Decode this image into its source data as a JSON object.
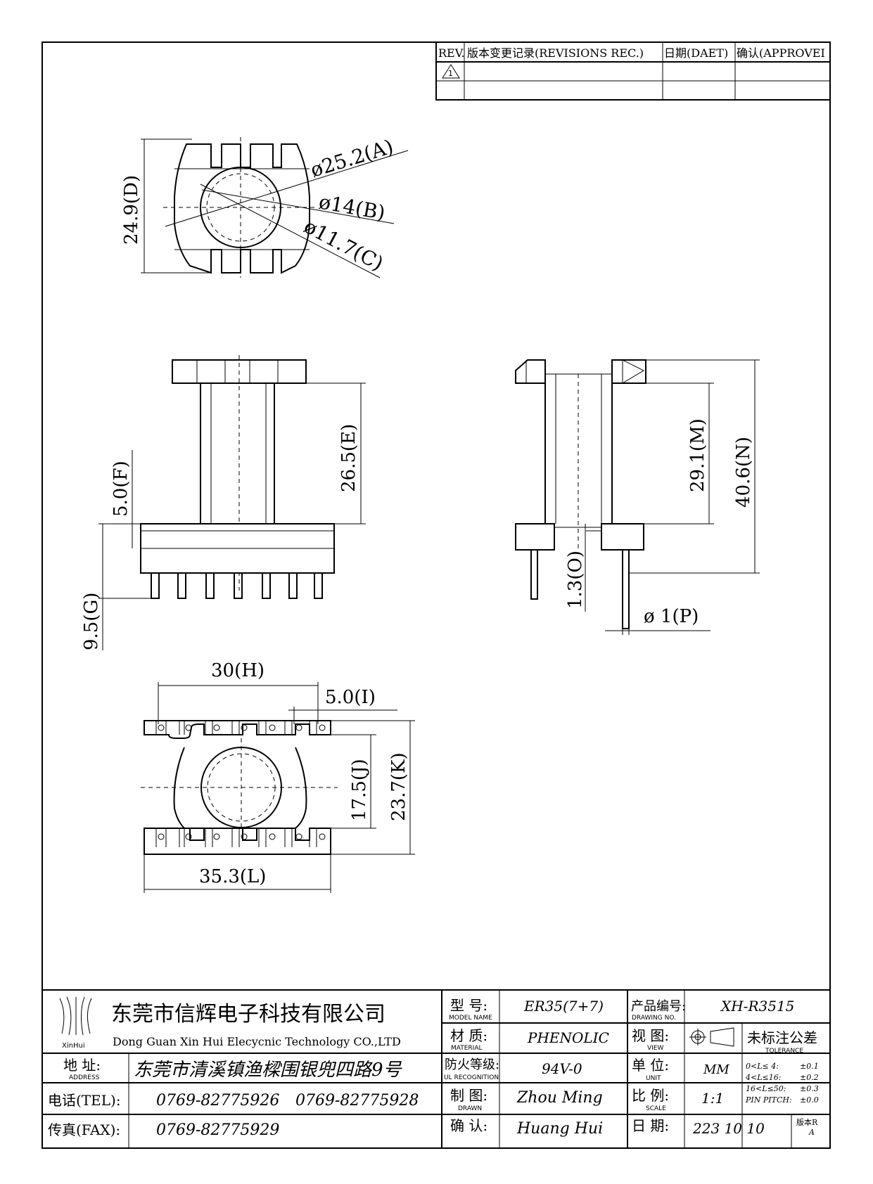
{
  "revision_table": {
    "headers": [
      "REV.",
      "版本变更记录(REVISIONS REC.)",
      "日期(DAET)",
      "确认(APPROVEI"
    ],
    "row1_rev": "1"
  },
  "top_view": {
    "dim_a": "ø25.2(A)",
    "dim_b": "ø14(B)",
    "dim_c": "ø11.7(C)",
    "dim_d": "24.9(D)"
  },
  "front_view": {
    "dim_e": "26.5(E)",
    "dim_f": "5.0(F)",
    "dim_g": "9.5(G)"
  },
  "side_view": {
    "dim_m": "29.1(M)",
    "dim_n": "40.6(N)",
    "dim_o": "1.3(O)",
    "dim_p": "ø 1(P)"
  },
  "bottom_view": {
    "dim_h": "30(H)",
    "dim_i": "5.0(I)",
    "dim_j": "17.5(J)",
    "dim_k": "23.7(K)",
    "dim_l": "35.3(L)"
  },
  "title_block": {
    "logo_text": "XinHui",
    "company_cn": "东莞市信辉电子科技有限公司",
    "company_en": "Dong Guan Xin Hui Elecycnic Technology CO.,LTD",
    "address_label": "地  址:",
    "address_label_en": "ADDRESS",
    "address": "东莞市清溪镇渔樑围银兜四路9号",
    "tel_label": "电话(TEL):",
    "tel1": "0769-82775926",
    "tel2": "0769-82775928",
    "fax_label": "传真(FAX):",
    "fax": "0769-82775929",
    "model_label": "型  号:",
    "model_label_en": "MODEL NAME",
    "model": "ER35(7+7)",
    "material_label": "材  质:",
    "material_label_en": "MATERIAL",
    "material": "PHENOLIC",
    "fire_label": "防火等级:",
    "fire_label_en": "UL RECOGNITION",
    "fire": "94V-0",
    "drawn_label": "制  图:",
    "drawn_label_en": "DRAWN",
    "drawn": "Zhou Ming",
    "confirm_label": "确  认:",
    "confirm": "Huang Hui",
    "drawing_no_label": "产品编号:",
    "drawing_no_label_en": "DRAWING NO.",
    "drawing_no": "XH-R3515",
    "view_label": "视  图:",
    "view_label_en": "VIEW",
    "unit_label": "单  位:",
    "unit_label_en": "UNIT",
    "unit": "MM",
    "scale_label": "比  例:",
    "scale_label_en": "SCALE",
    "scale": "1:1",
    "date_label": "日  期:",
    "date": "223 10 10",
    "tolerance_title": "未标注公差",
    "tolerance_title_en": "TOLERANCE",
    "tolerances": [
      {
        "range": "0<L≤ 4:",
        "value": "±0.1"
      },
      {
        "range": "4<L≤16:",
        "value": "±0.2"
      },
      {
        "range": "16<L≤50:",
        "value": "±0.3"
      },
      {
        "range": "PIN PITCH:",
        "value": "±0.0"
      }
    ],
    "version_label": "版本R",
    "version": "A"
  }
}
